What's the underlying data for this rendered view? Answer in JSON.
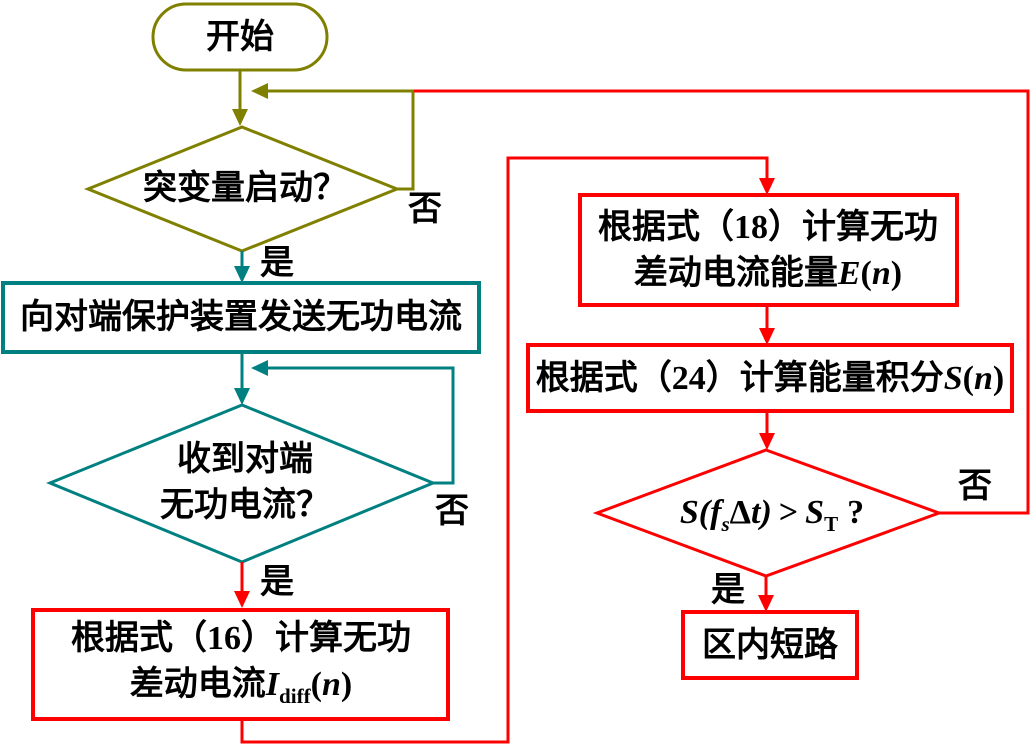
{
  "palette": {
    "olive": "#808000",
    "teal": "#008080",
    "red": "#ff0000",
    "text": "#000000",
    "background": "#ffffff"
  },
  "labels": {
    "yes": "是",
    "no": "否"
  },
  "nodes": {
    "start": {
      "label": "开始"
    },
    "decision_startup": {
      "label": "突变量启动？"
    },
    "send_current": {
      "label": "向对端保护装置发送无功电流"
    },
    "decision_receive": {
      "line1": "收到对端",
      "line2": "无功电流？"
    },
    "calc16": {
      "line1": "根据式（16）计算无功",
      "line2_prefix": "差动电流",
      "var": "I",
      "var_sub": "diff",
      "open": "(",
      "arg": "n",
      "close": ")"
    },
    "calc18": {
      "line1": "根据式（18）计算无功",
      "line2_prefix": "差动电流能量",
      "var": "E",
      "open": "(",
      "arg": "n",
      "close": ")"
    },
    "calc24": {
      "prefix": "根据式（24）计算能量积分",
      "var": "S",
      "open": "(",
      "arg": "n",
      "close": ")"
    },
    "decision_threshold": {
      "s1": "S",
      "open": "(",
      "f": "f",
      "f_sub": "s",
      "delta": "Δ",
      "t": "t",
      "close": ")",
      "op": ">",
      "s2": "S",
      "s2_sub": "T",
      "q": "?"
    },
    "inzone_fault": {
      "label": "区内短路"
    }
  }
}
